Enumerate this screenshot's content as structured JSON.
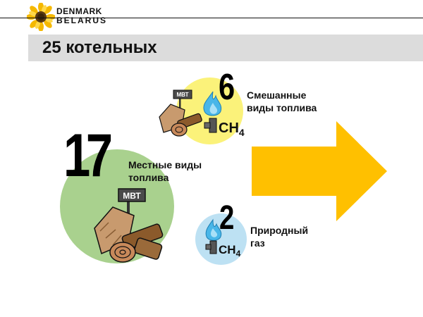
{
  "logo": {
    "line1": "DENMARK",
    "line2": "BELARUS",
    "icon": "sunflower-icon"
  },
  "slide": {
    "title": "25 котельных"
  },
  "groups": [
    {
      "number": "17",
      "label_line1": "Местные виды",
      "label_line2": "топлива",
      "icon": "firewood-mvt-icon",
      "sign_text": "МВТ",
      "circle_color": "#a9d18e"
    },
    {
      "number": "6",
      "label_line1": "Смешанные",
      "label_line2": "виды топлива",
      "icon": "mixed-fuel-icon",
      "sign_text": "МВТ",
      "gas_label": "CH",
      "gas_sub": "4",
      "circle_color": "#fbf27a"
    },
    {
      "number": "2",
      "label_line1": "Природный",
      "label_line2": "газ",
      "icon": "natural-gas-icon",
      "gas_label": "CH",
      "gas_sub": "4",
      "circle_color": "#bde1f3"
    }
  ],
  "arrow": {
    "icon": "right-arrow-icon",
    "color": "#ffc000"
  },
  "colors": {
    "title_bar": "#dcdcdc",
    "arrow": "#ffc000",
    "flame": "#49b6e8"
  }
}
